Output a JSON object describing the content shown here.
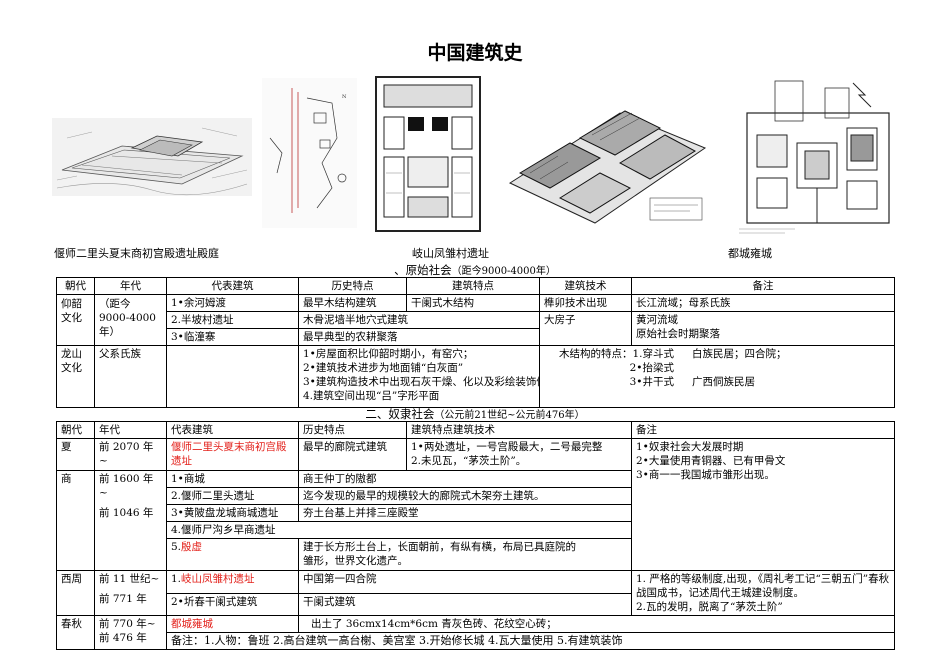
{
  "title": "中国建筑史",
  "captions": {
    "erlitou": "偃师二里头夏末商初宫殿遗址殿庭",
    "fengchu": "岐山凤雏村遗址",
    "yongcheng": "都城雍城"
  },
  "section1": {
    "heading": "、原始社会",
    "heading_sub": "（距今9000-4000年）",
    "headers": [
      "朝代",
      "年代",
      "代表建筑",
      "历史特点",
      "建筑特点",
      "建筑技术",
      "备注"
    ],
    "yangshao": {
      "dynasty": "仰韶文化",
      "era": "（距今 9000-4000 年）",
      "b1": "1•余河姆渡",
      "h1": "最早木结构建筑",
      "f1": "干阑式木结构",
      "t1": "榫卯技术出现",
      "n1": "长江流域；母系氏族",
      "b2": "2.半坡村遗址",
      "h2": "木骨泥墙半地穴式建筑",
      "t2": "大房子",
      "n2a": "黄河流域",
      "n2b": "原始社会时期聚落",
      "b3": "3•临潼寨",
      "h3": "最早典型的农耕聚落"
    },
    "longshan": {
      "dynasty": "龙山文化",
      "era": "父系氏族",
      "f1": "1•房屋面积比仰韶时期小，有窑穴；",
      "f2": "2•建筑技术进步为地面铺“白灰面”",
      "f3": "3•建筑构造技术中出现石灰干燥、化以及彩绘装饰做法",
      "f4": "4.建筑空间出现“吕”字形平面",
      "t1": "木结构的特点：1.穿斗式",
      "t2": "2•抬梁式",
      "t3": "3•井干式",
      "n1": "白族民居；四合院；",
      "n2": "广西侗族民居"
    }
  },
  "section2": {
    "heading": "二、奴隶社会",
    "heading_sub": "（公元前21世纪~公元前476年）",
    "headers": [
      "朝代",
      "年代",
      "代表建筑",
      "历史特点",
      "建筑特点建筑技术",
      "备注"
    ],
    "xia": {
      "dynasty": "夏",
      "era": "前 2070 年~",
      "building": "偃师二里头夏末商初宫殿遗址",
      "history": "最早的廊院式建筑",
      "f1": "1•两处遗址，一号宫殿最大，二号最完整",
      "f2": "2.未见瓦，“茅茨土阶”。",
      "n1": "1•奴隶社会大发展时期",
      "n2": "2•大量使用青铜器、已有甲骨文",
      "n3": "3•商一一我国城市雏形出现。"
    },
    "shang": {
      "dynasty": "商",
      "era1": "前 1600 年~",
      "era2": "前 1046 年",
      "b1": "1•商城",
      "d1": "商王仲丁的隞都",
      "b2": "2.偃师二里头遗址",
      "d2": "迄今发现的最早的规模较大的廊院式木架夯土建筑。",
      "b3": "3•黄陂盘龙城商城遗址",
      "d3": "夯土台基上并排三座殿堂",
      "b4": "4.偃师尸沟乡早商遗址",
      "b5_num": "5.",
      "b5": "殷虚",
      "d5a": "建于长方形土台上，长面朝前，有纵有横，布局已具庭院的",
      "d5b": "雏形，世界文化遗产。"
    },
    "xizhou": {
      "dynasty": "西周",
      "era1": "前 11 世纪~",
      "era2": "前 771 年",
      "b1_num": "1.",
      "b1": "岐山凤雏村遗址",
      "h1": "中国第一四合院",
      "b2": "2•圻春干阑式建筑",
      "h2": "干阑式建筑",
      "n1": "1.   严格的等级制度,出现，《周礼考工记“三朝五门”春秋战国成书，记述周代王城建设制度。",
      "n2": "2.瓦的发明，脱离了“茅茨土阶”"
    },
    "chunqiu": {
      "dynasty": "春秋",
      "era1": "前 770 年~",
      "era2": "前 476 年",
      "building": "都城雍城",
      "desc": "出土了 36cmx14cm*6cm 青灰色砖、花纹空心砖；",
      "note": "备注：1.人物：鲁班 2.高台建筑一高台榭、美宫室 3.开始修长城 4.瓦大量使用 5.有建筑装饰"
    }
  }
}
